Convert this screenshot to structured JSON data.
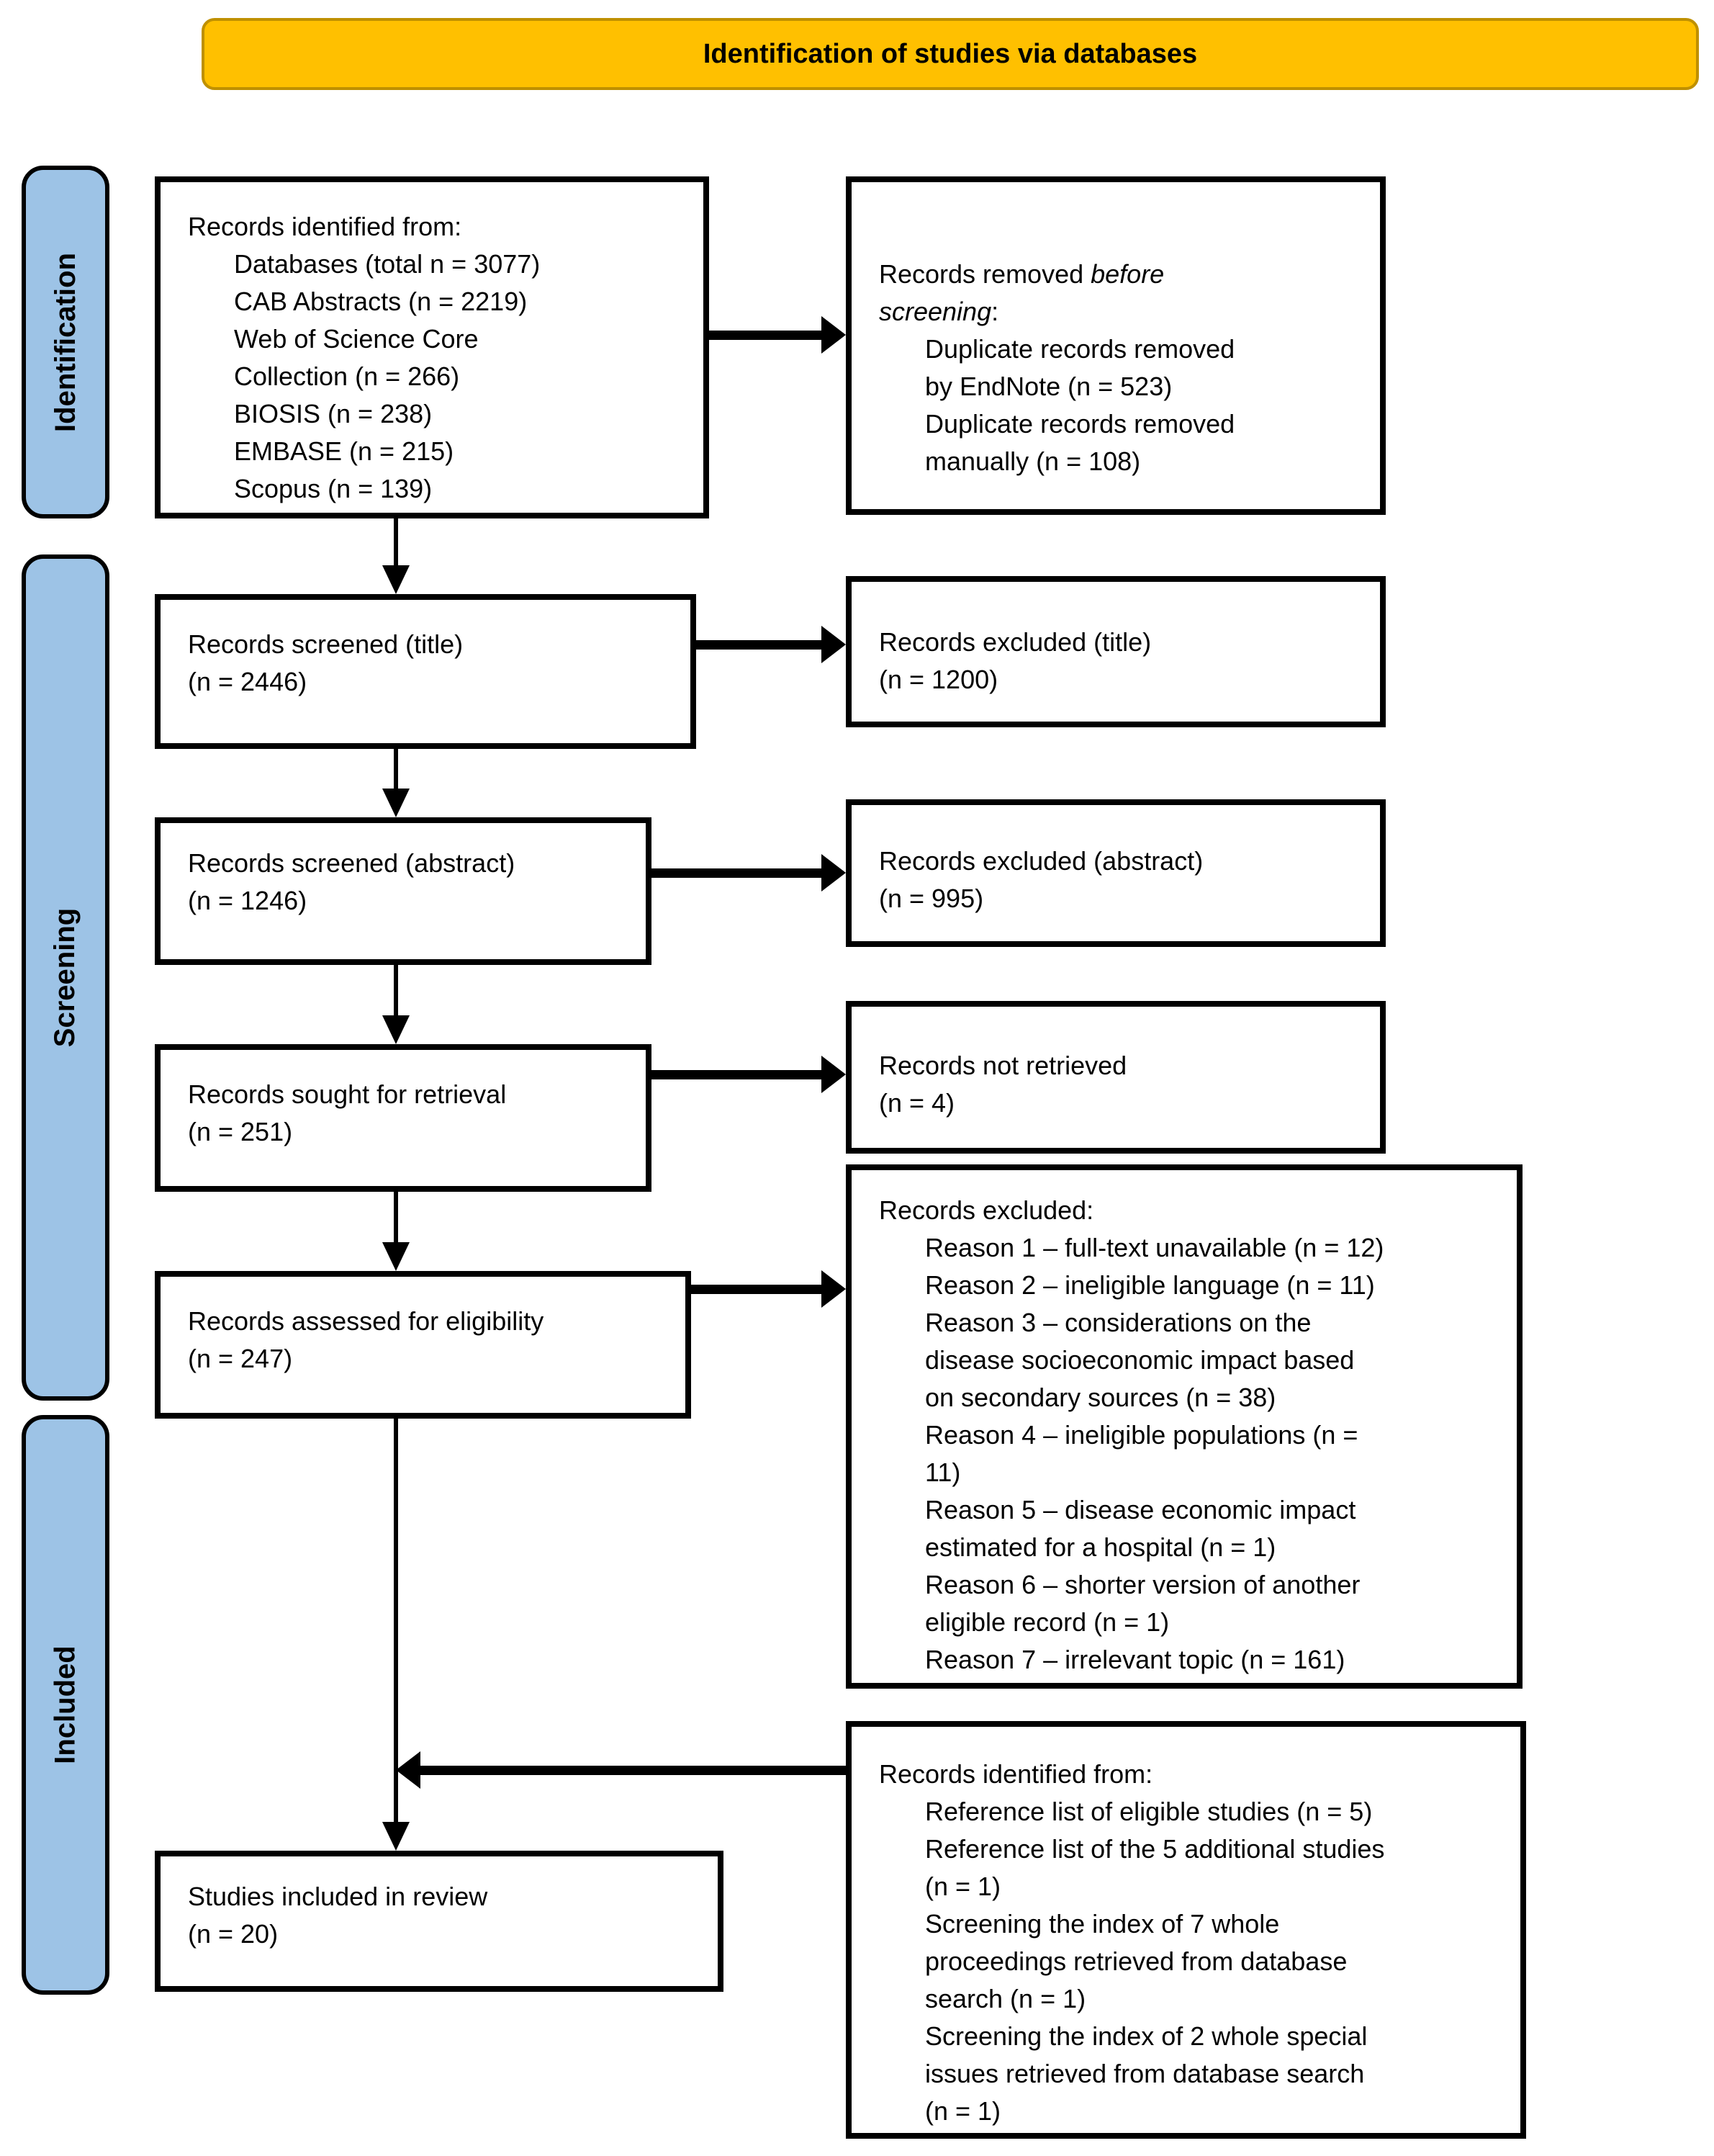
{
  "figure": {
    "banner_title": "Identification of studies via databases"
  },
  "colors": {
    "banner_fill": "#FFC000",
    "banner_border": "#BF9000",
    "stage_fill": "#9DC3E6",
    "box_border": "#000000",
    "arrow": "#000000"
  },
  "stages": {
    "identification": "Identification",
    "screening": "Screening",
    "included": "Included"
  },
  "boxes": {
    "identified": {
      "lines": [
        "Records identified from:",
        "Databases (total n = 3077)",
        "CAB Abstracts (n = 2219)",
        "Web of Science Core",
        "Collection (n = 266)",
        "BIOSIS (n = 238)",
        "EMBASE (n = 215)",
        "Scopus (n = 139)"
      ]
    },
    "removed": {
      "l0_normal": "Records removed ",
      "l0_italic": "before",
      "l1_italic": "screening",
      "l1_colon": ":",
      "lines": [
        "Duplicate records removed",
        "by EndNote (n = 523)",
        "Duplicate records removed",
        "manually (n = 108)"
      ]
    },
    "screened_title": {
      "lines": [
        "Records screened (title)",
        "(n = 2446)"
      ]
    },
    "excluded_title": {
      "lines": [
        "Records excluded (title)",
        "(n = 1200)"
      ]
    },
    "screened_abstract": {
      "lines": [
        "Records screened (abstract)",
        "(n = 1246)"
      ]
    },
    "excluded_abstract": {
      "lines": [
        "Records excluded (abstract)",
        "(n = 995)"
      ]
    },
    "sought": {
      "lines": [
        "Records sought for retrieval",
        "(n = 251)"
      ]
    },
    "not_retrieved": {
      "lines": [
        "Records not retrieved",
        "(n = 4)"
      ]
    },
    "assessed": {
      "lines": [
        "Records assessed for eligibility",
        "(n = 247)"
      ]
    },
    "excluded_reasons": {
      "lines": [
        "Records excluded:",
        "Reason 1 – full-text unavailable (n = 12)",
        "Reason 2 – ineligible language (n = 11)",
        "Reason 3 – considerations on the",
        "disease socioeconomic impact based",
        "on secondary sources (n = 38)",
        "Reason 4 – ineligible populations (n =",
        "11)",
        "Reason 5 – disease economic impact",
        "estimated for a hospital (n = 1)",
        "Reason 6 – shorter version of another",
        "eligible record (n = 1)",
        "Reason 7 – irrelevant topic (n = 161)"
      ]
    },
    "additional": {
      "lines": [
        "Records identified from:",
        "Reference list of eligible studies (n = 5)",
        "Reference list of the 5 additional studies",
        "(n = 1)",
        "Screening the index of 7 whole",
        "proceedings retrieved from database",
        "search (n = 1)",
        "Screening the index of 2 whole special",
        "issues retrieved from database search",
        "(n = 1)"
      ]
    },
    "included_review": {
      "lines": [
        "Studies included in review",
        "(n = 20)"
      ]
    }
  }
}
